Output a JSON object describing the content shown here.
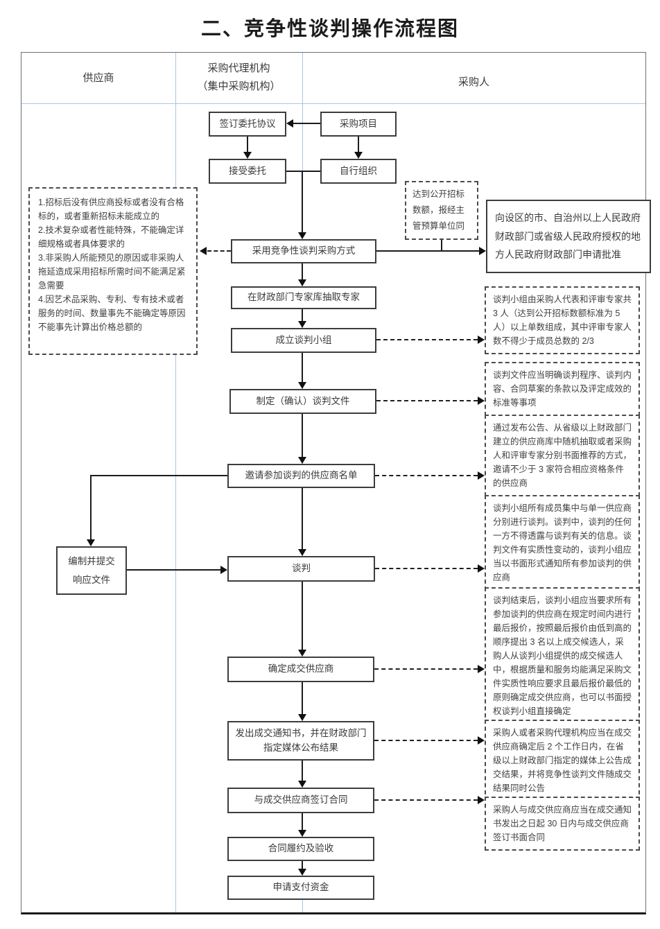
{
  "title": "二、竞争性谈判操作流程图",
  "header": {
    "supplier": "供应商",
    "agency_line1": "采购代理机构",
    "agency_line2": "（集中采购机构）",
    "purchaser": "采购人"
  },
  "nodes": {
    "sign_agreement": "签订委托协议",
    "procurement_project": "采购项目",
    "accept_entrustment": "接受委托",
    "self_organize": "自行组织",
    "adopt_method": "采用竞争性谈判采购方式",
    "apply_approval": "向设区的市、自治州以上人民政府财政部门或省级人民政府授权的地方人民政府财政部门申请批准",
    "extract_experts": "在财政部门专家库抽取专家",
    "form_team": "成立谈判小组",
    "make_docs": "制定（确认）谈判文件",
    "invite_suppliers": "邀请参加谈判的供应商名单",
    "prepare_docs_1": "编制并提交",
    "prepare_docs_2": "响应文件",
    "negotiate": "谈判",
    "determine_supplier": "确定成交供应商",
    "send_notice": "发出成交通知书，并在财政部门指定媒体公布结果",
    "sign_contract": "与成交供应商签订合同",
    "perform_contract": "合同履约及验收",
    "request_payment": "申请支付资金"
  },
  "notes": {
    "conditions": [
      "1.招标后没有供应商投标或者没有合格标的，或者重新招标未能成立的",
      "2.技术复杂或者性能特殊，不能确定详细规格或者具体要求的",
      "3.非采购人所能预见的原因或非采购人拖延造成采用招标所需时间不能满足紧急需要",
      "4.因艺术品采购、专利、专有技术或者服务的时间、数量事先不能确定等原因不能事先计算出价格总额的"
    ],
    "reach_threshold": "达到公开招标数额，报经主管预算单位同",
    "team": "谈判小组由采购人代表和评审专家共 3 人（达到公开招标数额标准为 5 人）以上单数组成，其中评审专家人数不得少于成员总数的 2/3",
    "docs": "谈判文件应当明确谈判程序、谈判内容、合同草案的条款以及评定成效的标准等事项",
    "invite": "通过发布公告、从省级以上财政部门建立的供应商库中随机抽取或者采购人和评审专家分别书面推荐的方式，邀请不少于 3 家符合相应资格条件的供应商",
    "negotiation": "谈判小组所有成员集中与单一供应商分别进行谈判。谈判中，谈判的任何一方不得透露与谈判有关的信息。谈判文件有实质性变动的，谈判小组应当以书面形式通知所有参加谈判的供应商",
    "deal": "谈判结束后，谈判小组应当要求所有参加谈判的供应商在规定时间内进行最后报价，按照最后报价由低到高的顺序提出 3 名以上成交候选人，采购人从谈判小组提供的成交候选人中，根据质量和服务均能满足采购文件实质性响应要求且最后报价最低的原则确定成交供应商，也可以书面授权谈判小组直接确定",
    "announce": "采购人或者采购代理机构应当在成交供应商确定后 2 个工作日内，在省级以上财政部门指定的媒体上公告成交结果，并将竞争性谈判文件随成交结果同时公告",
    "contract": "采购人与成交供应商应当在成交通知书发出之日起 30 日内与成交供应商签订书面合同"
  },
  "colors": {
    "separator_blue": "#abc6dd",
    "line_black": "#1b1b1b",
    "border_gray": "#6f6f6f"
  }
}
